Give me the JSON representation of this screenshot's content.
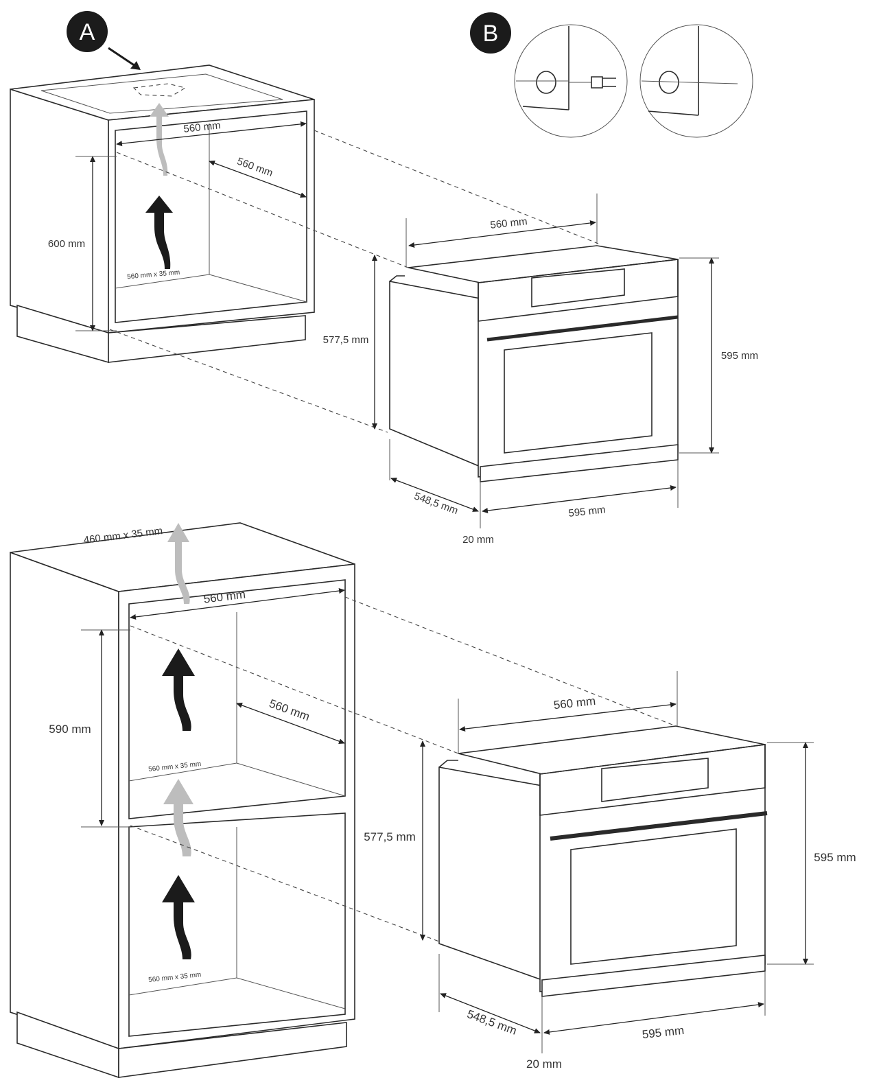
{
  "badges": {
    "a": "A",
    "b": "B"
  },
  "top_cabinet": {
    "width_label": "560 mm",
    "depth_label": "560 mm",
    "height_label": "600 mm",
    "vent_label": "560 mm x 35 mm"
  },
  "top_oven": {
    "top_width_label": "560 mm",
    "body_height_label": "577,5 mm",
    "front_height_label": "595 mm",
    "depth_label": "548,5 mm",
    "front_width_label": "595 mm",
    "panel_label": "20 mm"
  },
  "tall_cabinet": {
    "top_vent_label": "460 mm x 35 mm",
    "width_label": "560 mm",
    "depth_label": "560 mm",
    "height_label": "590 mm",
    "vent_mid_label": "560 mm x 35 mm",
    "vent_low_label": "560 mm x 35 mm"
  },
  "bottom_oven": {
    "top_width_label": "560 mm",
    "body_height_label": "577,5 mm",
    "front_height_label": "595 mm",
    "depth_label": "548,5 mm",
    "front_width_label": "595 mm",
    "panel_label": "20 mm"
  }
}
